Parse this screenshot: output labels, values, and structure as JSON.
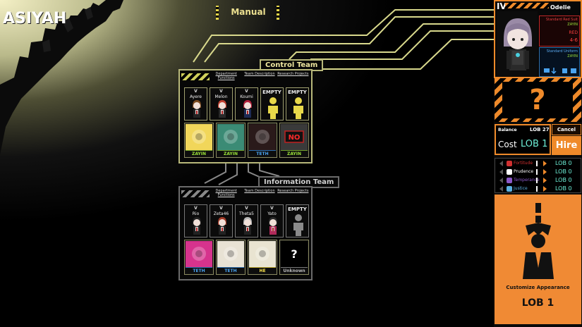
{
  "sephirah": "ASIYAH",
  "manual_label": "Manual",
  "control_team": {
    "title": "Control Team",
    "headers": [
      "Department Functions",
      "Team Description",
      "Research Projects"
    ],
    "agents": [
      {
        "rank": "V",
        "name": "Ayere",
        "hair": "#7a4a20",
        "coat": "#222"
      },
      {
        "rank": "V",
        "name": "Melon",
        "hair": "#c04030",
        "coat": "#2a2a2a"
      },
      {
        "rank": "V",
        "name": "Koumi",
        "hair": "#b0203a",
        "coat": "#1d2b55"
      },
      {
        "rank": "",
        "name": "EMPTY"
      },
      {
        "rank": "",
        "name": "EMPTY"
      }
    ],
    "abnormalities": [
      {
        "risk": "ZAYIN",
        "risk_class": "zayin",
        "art": "#f1d65a"
      },
      {
        "risk": "ZAYIN",
        "risk_class": "zayin",
        "art": "#3b8b75"
      },
      {
        "risk": "TETH",
        "risk_class": "teth",
        "art": "#2a1a1a"
      },
      {
        "risk": "ZAYIN",
        "risk_class": "zayin",
        "art": "#3a3a3a",
        "tag": "NO"
      }
    ]
  },
  "info_team": {
    "title": "Information Team",
    "headers": [
      "Department Functions",
      "Team Description",
      "Research Projects"
    ],
    "agents": [
      {
        "rank": "V",
        "name": "Rio",
        "hair": "#222",
        "coat": "#222"
      },
      {
        "rank": "V",
        "name": "Zeta46",
        "hair": "#a03a28",
        "coat": "#222"
      },
      {
        "rank": "V",
        "name": "Theta5",
        "hair": "#b8b8b8",
        "coat": "#222"
      },
      {
        "rank": "V",
        "name": "Yato",
        "hair": "#2a2a2a",
        "coat": "#b02a5a"
      },
      {
        "rank": "",
        "name": "EMPTY"
      }
    ],
    "abnormalities": [
      {
        "risk": "TETH",
        "risk_class": "teth",
        "art": "#d6338d"
      },
      {
        "risk": "TETH",
        "risk_class": "teth",
        "art": "#e8e2d4"
      },
      {
        "risk": "HE",
        "risk_class": "he",
        "art": "#e9e4d1"
      },
      {
        "risk": "Unknown",
        "risk_class": "unknown",
        "art": "#000",
        "tag": "?"
      }
    ]
  },
  "right_panel": {
    "rank": "IV",
    "agent_name": "Odelie",
    "suit": {
      "title": "Standard Red Suit",
      "by": "ZAYIN",
      "res": "RED",
      "dmg": "4-6"
    },
    "uniform": {
      "title": "Standard Uniform",
      "by": "ZAYIN"
    },
    "mystery": "?",
    "balance_label": "Balance",
    "balance_value": "LOB 27",
    "cancel_label": "Cancel",
    "cost_label": "Cost",
    "cost_value": "LOB 1",
    "hire_label": "Hire",
    "stats": [
      {
        "name": "Fortitude",
        "color": "#d03030",
        "level": "LOB 0"
      },
      {
        "name": "Prudence",
        "color": "#ffffff",
        "level": "LOB 0"
      },
      {
        "name": "Temperance",
        "color": "#8a58c8",
        "level": "LOB 0"
      },
      {
        "name": "Justice",
        "color": "#5ab0e0",
        "level": "LOB 0"
      }
    ],
    "customize_label": "Customize Appearance",
    "customize_cost": "LOB 1"
  }
}
